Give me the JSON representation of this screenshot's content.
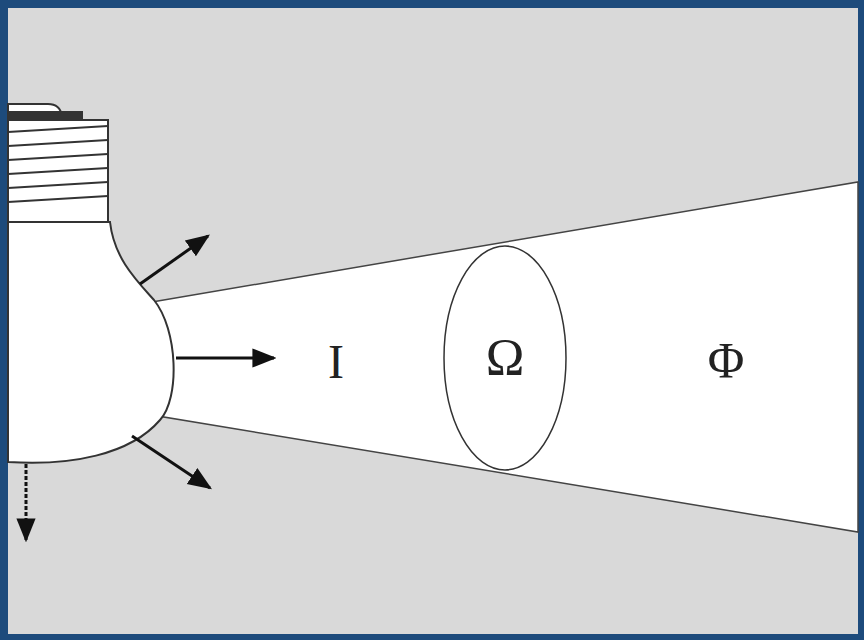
{
  "diagram": {
    "nodes": [
      {
        "text": [
          "Ω"
        ]
      }
    ],
    "labels": [
      "I",
      "Φ"
    ]
  }
}
